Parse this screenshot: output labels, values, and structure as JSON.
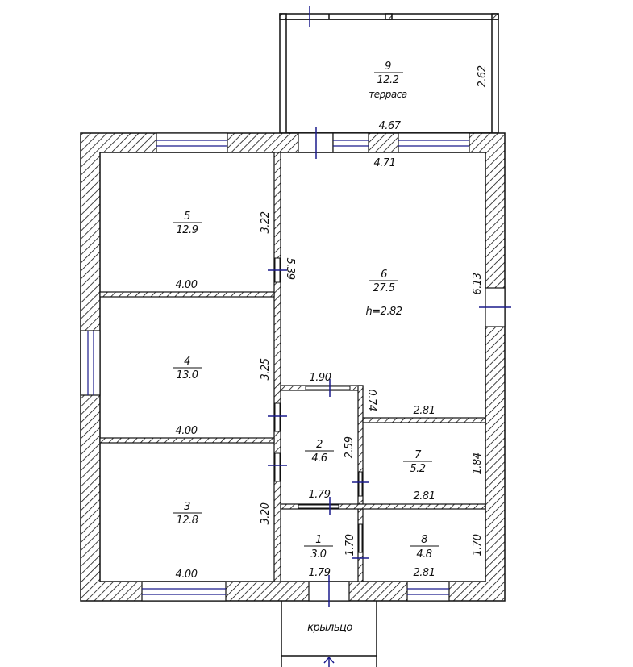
{
  "colors": {
    "wall": "#111111",
    "opening_mark": "#1a1a8c",
    "background": "#ffffff"
  },
  "rooms": [
    {
      "number": "1",
      "area": "3.0"
    },
    {
      "number": "2",
      "area": "4.6"
    },
    {
      "number": "3",
      "area": "12.8"
    },
    {
      "number": "4",
      "area": "13.0"
    },
    {
      "number": "5",
      "area": "12.9"
    },
    {
      "number": "6",
      "area": "27.5",
      "height": "h=2.82"
    },
    {
      "number": "7",
      "area": "5.2"
    },
    {
      "number": "8",
      "area": "4.8"
    },
    {
      "number": "9",
      "area": "12.2",
      "name": "терраса"
    }
  ],
  "porch_label": "крыльцо",
  "dimensions": {
    "terrace_width": "4.67",
    "terrace_depth": "2.62",
    "room6_width": "4.71",
    "room6_depth": "6.13",
    "room6_side": "5.39",
    "room5_width": "4.00",
    "room5_depth": "3.22",
    "room4_width": "4.00",
    "room4_depth": "3.25",
    "room3_width": "4.00",
    "room3_depth": "3.20",
    "room2_width": "1.90",
    "room2_depth": "2.59",
    "room2_bottom": "1.79",
    "step": "0.74",
    "room7_top": "2.81",
    "room7_bottom": "2.81",
    "room7_depth": "1.84",
    "room1_bottom": "1.79",
    "room1_depth": "1.70",
    "room8_bottom": "2.81",
    "room8_depth": "1.70"
  }
}
